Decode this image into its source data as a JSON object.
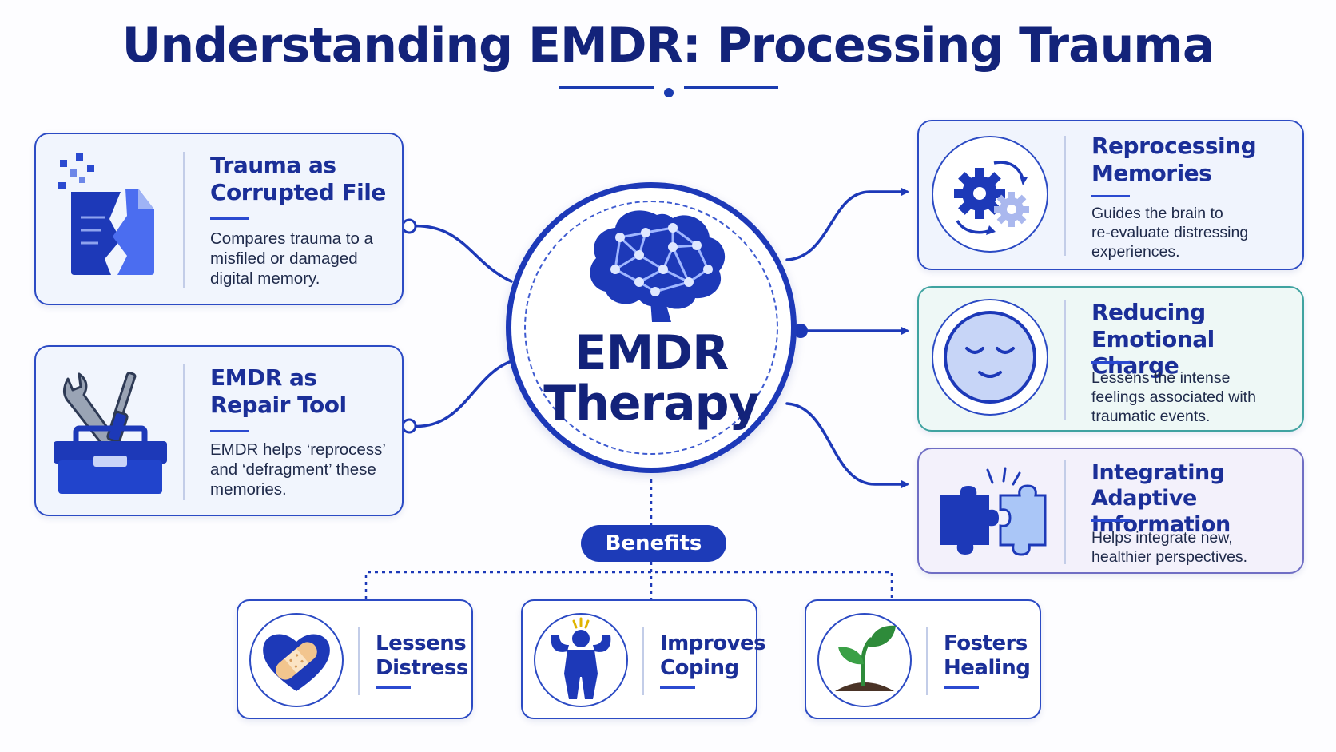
{
  "title": "Understanding EMDR: Processing Trauma",
  "hub": {
    "line1": "EMDR",
    "line2": "Therapy"
  },
  "left_cards": [
    {
      "title_line1": "Trauma as",
      "title_line2": "Corrupted File",
      "desc_lines": [
        "Compares trauma to a",
        "misfiled or damaged",
        "digital memory."
      ]
    },
    {
      "title_line1": "EMDR as",
      "title_line2": "Repair Tool",
      "desc_lines": [
        "EMDR helps ‘reprocess’",
        "and ‘defragment’ these",
        "memories."
      ]
    }
  ],
  "right_cards": [
    {
      "title_line1": "Reprocessing",
      "title_line2": "Memories",
      "desc_lines": [
        "Guides the brain to",
        "re-evaluate distressing",
        "experiences."
      ]
    },
    {
      "title_line1": "Reducing",
      "title_line2": "Emotional Charge",
      "desc_lines": [
        "Lessens the intense",
        "feelings associated with",
        "traumatic events."
      ]
    },
    {
      "title_line1": "Integrating",
      "title_line2": "Adaptive Information",
      "desc_lines": [
        "Helps integrate new,",
        "healthier perspectives."
      ]
    }
  ],
  "benefits_label": "Benefits",
  "benefits": [
    {
      "line1": "Lessens",
      "line2": "Distress"
    },
    {
      "line1": "Improves",
      "line2": "Coping"
    },
    {
      "line1": "Fosters",
      "line2": "Healing"
    }
  ],
  "icons": {
    "left": [
      "corrupted-file-icon",
      "toolbox-icon"
    ],
    "right": [
      "gears-cycle-icon",
      "calm-face-icon",
      "puzzle-pieces-icon"
    ],
    "benefits": [
      "bandaged-heart-icon",
      "strong-person-icon",
      "sprout-icon"
    ],
    "hub": "brain-network-icon"
  },
  "colors": {
    "primary": "#1d39b8",
    "title": "#13237a",
    "card_blue": "#f1f5fd",
    "card_green": "#eef8f6",
    "card_purple": "#f3f1fb"
  }
}
